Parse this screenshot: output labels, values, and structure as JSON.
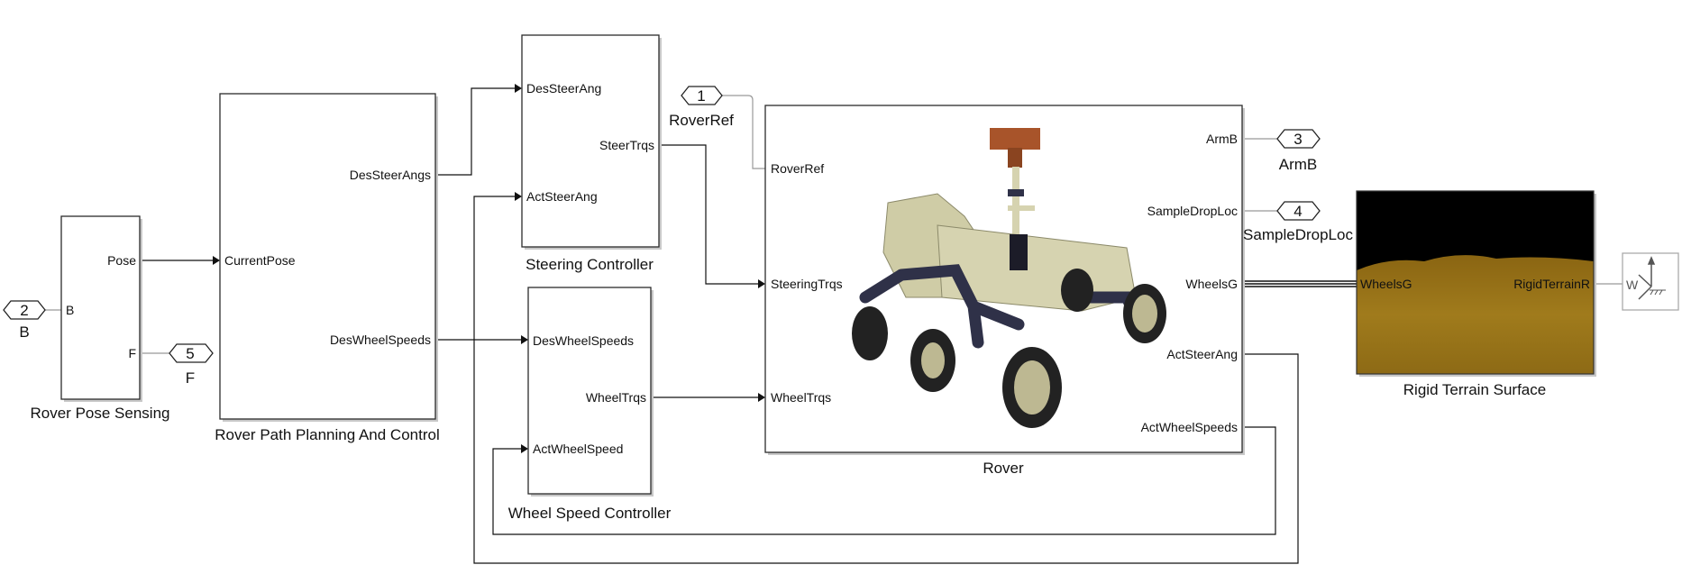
{
  "blocks": {
    "pose_sensing": {
      "name": "Rover Pose Sensing",
      "in_ports": [
        "B"
      ],
      "out_ports": [
        "Pose",
        "F"
      ]
    },
    "path_planning": {
      "name": "Rover Path Planning And Control",
      "in_ports": [
        "CurrentPose"
      ],
      "out_ports": [
        "DesSteerAngs",
        "DesWheelSpeeds"
      ]
    },
    "steering": {
      "name": "Steering Controller",
      "in_ports": [
        "DesSteerAng",
        "ActSteerAng"
      ],
      "out_ports": [
        "SteerTrqs"
      ]
    },
    "wheel_speed": {
      "name": "Wheel Speed Controller",
      "in_ports": [
        "DesWheelSpeeds",
        "ActWheelSpeed"
      ],
      "out_ports": [
        "WheelTrqs"
      ]
    },
    "rover": {
      "name": "Rover",
      "in_ports": [
        "RoverRef",
        "SteeringTrqs",
        "WheelTrqs"
      ],
      "out_ports": [
        "ArmB",
        "SampleDropLoc",
        "WheelsG",
        "ActSteerAng",
        "ActWheelSpeeds"
      ]
    },
    "terrain": {
      "name": "Rigid Terrain Surface",
      "ports": [
        "WheelsG",
        "RigidTerrainR"
      ]
    },
    "world_frame": {
      "label": "W",
      "icon": "world-frame-icon"
    }
  },
  "connection_ports": [
    {
      "number": "1",
      "label": "RoverRef"
    },
    {
      "number": "2",
      "label": "B"
    },
    {
      "number": "3",
      "label": "ArmB"
    },
    {
      "number": "4",
      "label": "SampleDropLoc"
    },
    {
      "number": "5",
      "label": "F"
    }
  ],
  "colors": {
    "terrain_sky": "#000000",
    "terrain_ground": "#9a7418",
    "rover_body": "#d6d3b0",
    "rover_arm": "#2f3148",
    "camera": "#a8542a"
  }
}
